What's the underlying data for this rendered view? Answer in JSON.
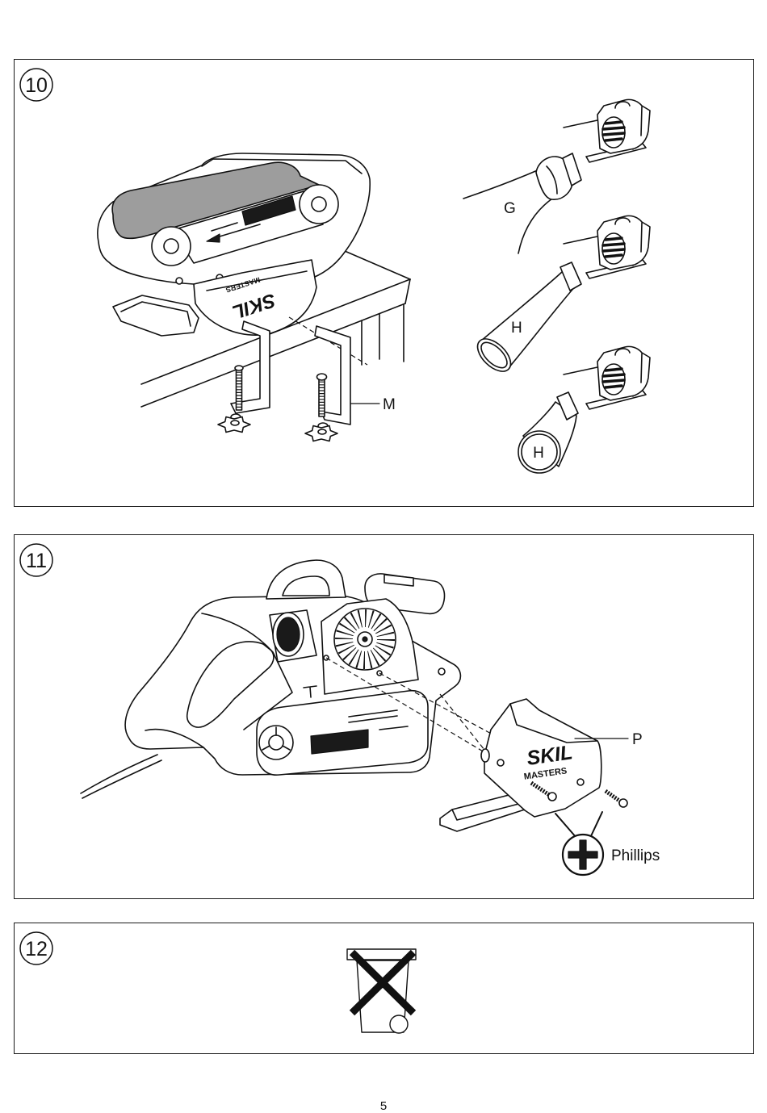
{
  "figures": {
    "fig10": {
      "number": "10",
      "label_g": "G",
      "label_h_tube": "H",
      "label_h_round": "H",
      "label_m": "M",
      "logo_brand": "SKIL",
      "logo_line": "MASTERS"
    },
    "fig11": {
      "number": "11",
      "label_p": "P",
      "label_phillips": "Phillips",
      "logo_brand": "SKIL",
      "logo_line": "MASTERS",
      "screwdriver_icon": "phillips-cross-icon"
    },
    "fig12": {
      "number": "12",
      "symbol_icon": "crossed-out-wheelie-bin-icon"
    }
  },
  "page": {
    "number": "5"
  },
  "colors": {
    "ink": "#111111",
    "belt_gray": "#9d9d9d",
    "paper": "#ffffff"
  }
}
